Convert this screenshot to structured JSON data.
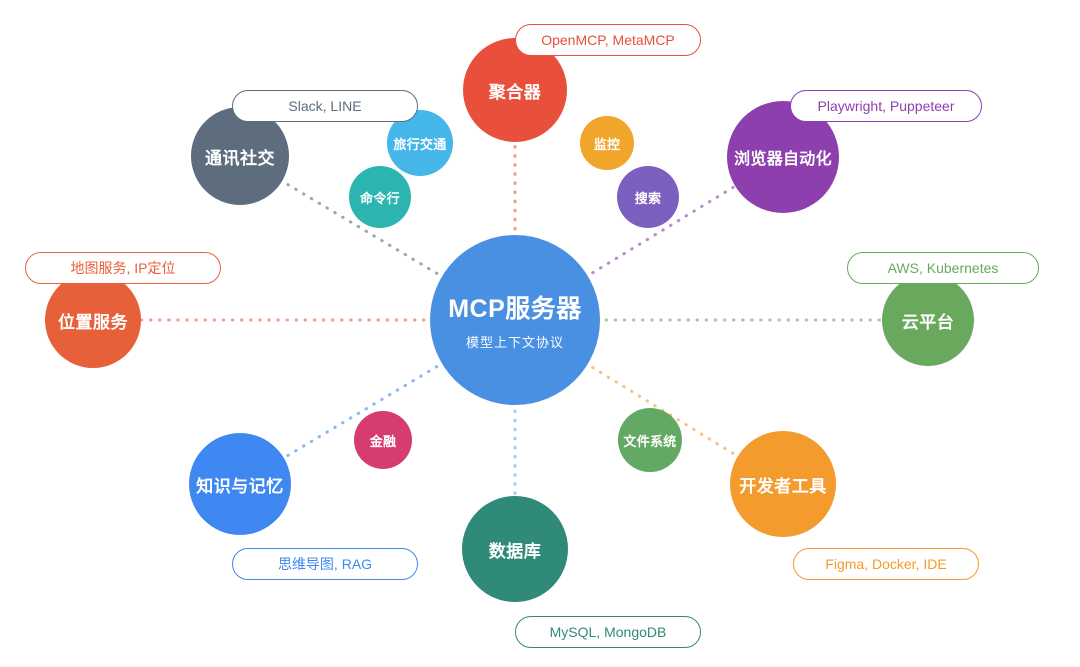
{
  "center": {
    "label": "MCP服务器",
    "subtitle": "模型上下文协议",
    "color": "#4a90e2"
  },
  "nodes": [
    {
      "label": "聚合器",
      "color": "#e8503c"
    },
    {
      "label": "通讯社交",
      "color": "#5d6d7d"
    },
    {
      "label": "浏览器自动化",
      "color": "#8e3fae"
    },
    {
      "label": "位置服务",
      "color": "#e8603a"
    },
    {
      "label": "云平台",
      "color": "#6aa85e"
    },
    {
      "label": "知识与记忆",
      "color": "#3f88f2"
    },
    {
      "label": "数据库",
      "color": "#2f8a7a"
    },
    {
      "label": "开发者工具",
      "color": "#f39b2d"
    },
    {
      "label": "旅行交通",
      "color": "#45b6e8"
    },
    {
      "label": "命令行",
      "color": "#2cb5b0"
    },
    {
      "label": "监控",
      "color": "#f0a62a"
    },
    {
      "label": "搜索",
      "color": "#7d5fc0"
    },
    {
      "label": "金融",
      "color": "#d63d6e"
    },
    {
      "label": "文件系统",
      "color": "#63a963"
    }
  ],
  "pills": [
    {
      "label": "OpenMCP, MetaMCP",
      "color": "#e8503c"
    },
    {
      "label": "Slack, LINE",
      "color": "#5d6d7d"
    },
    {
      "label": "Playwright, Puppeteer",
      "color": "#8e3fae"
    },
    {
      "label": "地图服务, IP定位",
      "color": "#e8603a"
    },
    {
      "label": "AWS, Kubernetes",
      "color": "#6aa85e"
    },
    {
      "label": "思维导图, RAG",
      "color": "#3f88f2"
    },
    {
      "label": "MySQL, MongoDB",
      "color": "#2f8a7a"
    },
    {
      "label": "Figma, Docker, IDE",
      "color": "#f39b2d"
    }
  ]
}
